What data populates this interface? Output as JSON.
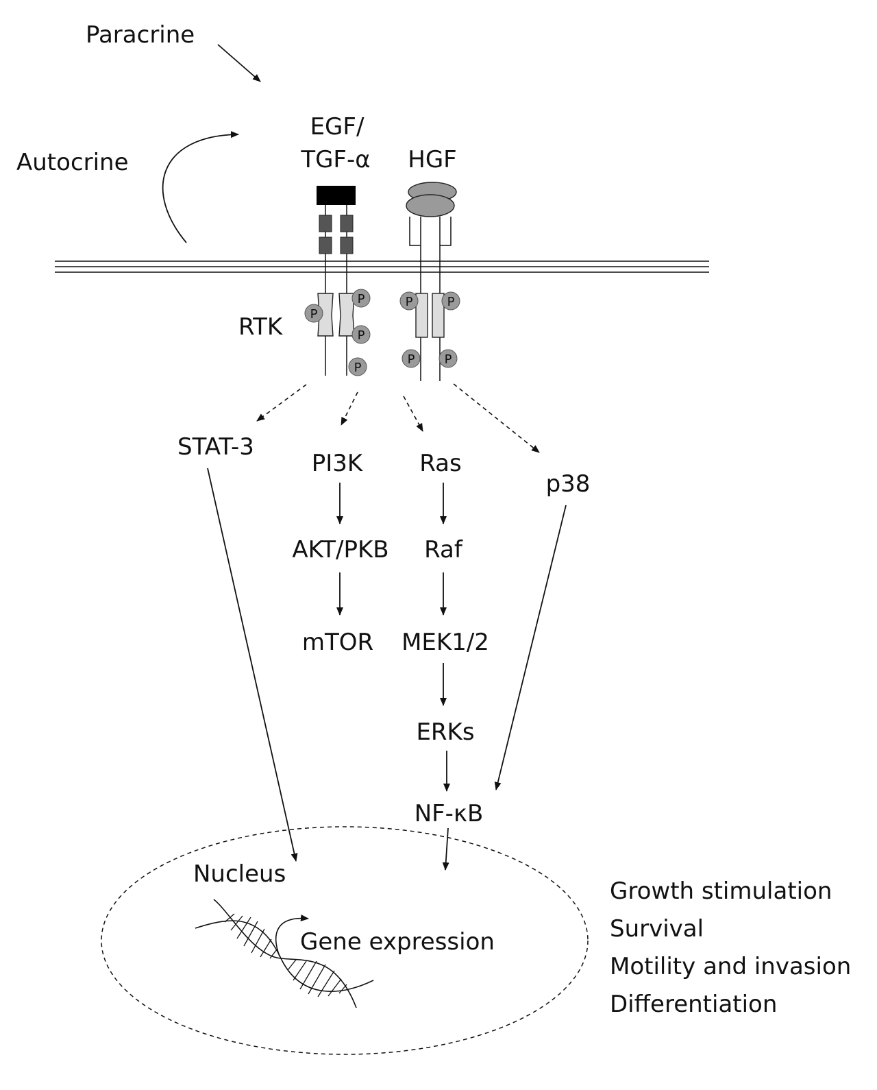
{
  "colors": {
    "ink": "#111111",
    "ligand_black": "#000000",
    "domain_dark": "#555555",
    "hgf_gray": "#9a9a9a",
    "phospho_gray": "#9a9a9a",
    "kinase_light": "#dddddd"
  },
  "labels": {
    "paracrine": "Paracrine",
    "autocrine": "Autocrine",
    "egf_line1": "EGF/",
    "egf_line2": "TGF-α",
    "hgf": "HGF",
    "rtk": "RTK",
    "phospho": "P",
    "stat3": "STAT-3",
    "pi3k": "PI3K",
    "ras": "Ras",
    "p38": "p38",
    "akt": "AKT/PKB",
    "raf": "Raf",
    "mtor": "mTOR",
    "mek": "MEK1/2",
    "erks": "ERKs",
    "nfkb": "NF-κB",
    "nucleus": "Nucleus",
    "gene_expression": "Gene expression"
  },
  "outcomes": [
    "Growth stimulation",
    "Survival",
    "Motility and invasion",
    "Differentiation"
  ],
  "icons": {
    "dna": "dna-helix-icon",
    "transcription_arrow": "curved-arrow-icon"
  }
}
